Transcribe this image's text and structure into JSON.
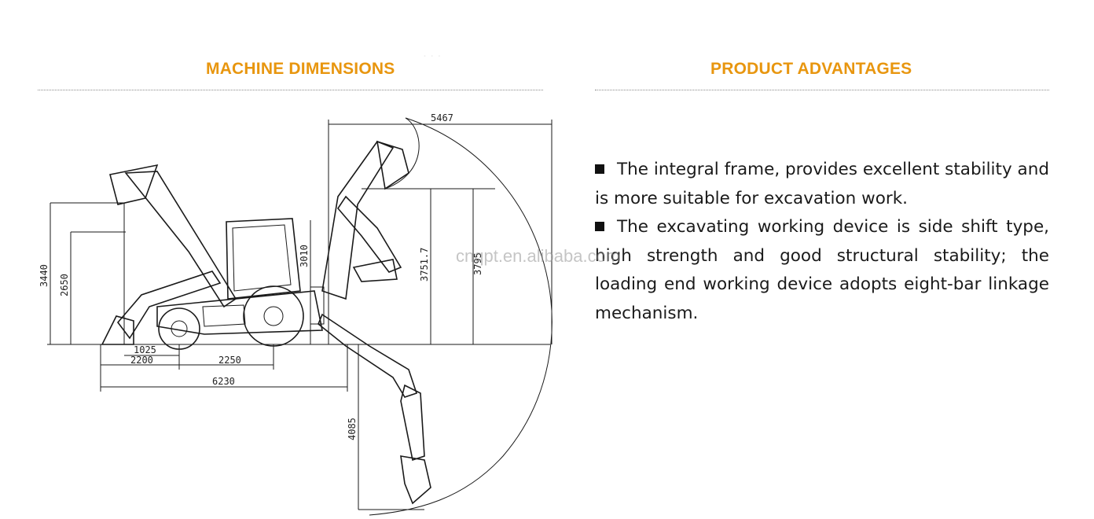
{
  "sections": {
    "left_title": "MACHINE DIMENSIONS",
    "right_title": "PRODUCT ADVANTAGES"
  },
  "colors": {
    "heading": "#E8960F",
    "rule": "#8A8A8A",
    "text": "#1A1A1A"
  },
  "dimensions": {
    "overall_reach": "5467",
    "loader_bucket_height": "3440",
    "loader_dump_height": "2650",
    "cab_height": "3010",
    "backhoe_height_a": "3751.7",
    "backhoe_height_b": "3795",
    "dig_depth": "4085",
    "front_overhang": "1025",
    "front_length": "2200",
    "wheelbase": "2250",
    "total_length": "6230"
  },
  "advantages": [
    {
      "icon": "square-bullet-icon",
      "text": "The integral frame, provides excellent stability and is more suitable for excavation work."
    },
    {
      "icon": "square-bullet-icon",
      "text": "The excavating working device is side shift type,  high strength and good structural stability; the loading end working device adopts eight-bar linkage mechanism."
    }
  ],
  "watermark": "cnqpt.en.alibaba.com"
}
